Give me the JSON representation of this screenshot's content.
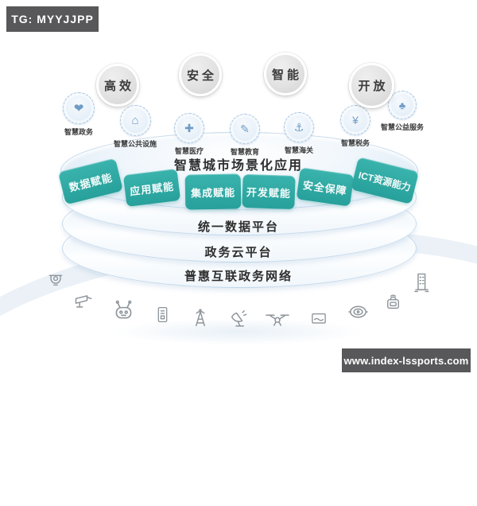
{
  "overlay": {
    "top_left_tag": "TG: MYYJJPP",
    "bottom_right_tag": "www.index-lssports.com"
  },
  "bubbles": [
    {
      "label": "高效"
    },
    {
      "label": "安全"
    },
    {
      "label": "智能"
    },
    {
      "label": "开放"
    }
  ],
  "ring_services": [
    {
      "label": "智慧政务",
      "glyph": "❤",
      "icon": "heart-hands-globe-icon"
    },
    {
      "label": "智慧公共设施",
      "glyph": "⌂",
      "icon": "facility-globe-icon"
    },
    {
      "label": "智慧医疗",
      "glyph": "✚",
      "icon": "medical-globe-icon"
    },
    {
      "label": "智慧教育",
      "glyph": "✎",
      "icon": "education-globe-icon"
    },
    {
      "label": "智慧海关",
      "glyph": "⚓",
      "icon": "customs-anchor-globe-icon"
    },
    {
      "label": "智慧税务",
      "glyph": "¥",
      "icon": "tax-globe-icon"
    },
    {
      "label": "智慧公益服务",
      "glyph": "♣",
      "icon": "public-welfare-shield-globe-icon"
    }
  ],
  "stack": {
    "title": "智慧城市场景化应用",
    "capabilities": [
      "数据赋能",
      "应用赋能",
      "集成赋能",
      "开发赋能",
      "安全保障",
      "ICT资源能力"
    ],
    "platforms": [
      "统一数据平台",
      "政务云平台",
      "普惠互联政务网络"
    ]
  },
  "devices": [
    "dome-camera",
    "cctv-camera",
    "robot",
    "kiosk-panel",
    "signal-tower",
    "satellite-dish",
    "drone",
    "display-screen",
    "robot-vacuum",
    "smart-camera",
    "building"
  ],
  "colors": {
    "capability_teal": "#2aa9a4",
    "tag_background": "#58585a",
    "text_dark": "#2e2e2e",
    "device_icon_gray": "#8d949a",
    "ring_icon_blue": "#6f9cc6",
    "platter_edge_blue": "#a3c3de"
  }
}
